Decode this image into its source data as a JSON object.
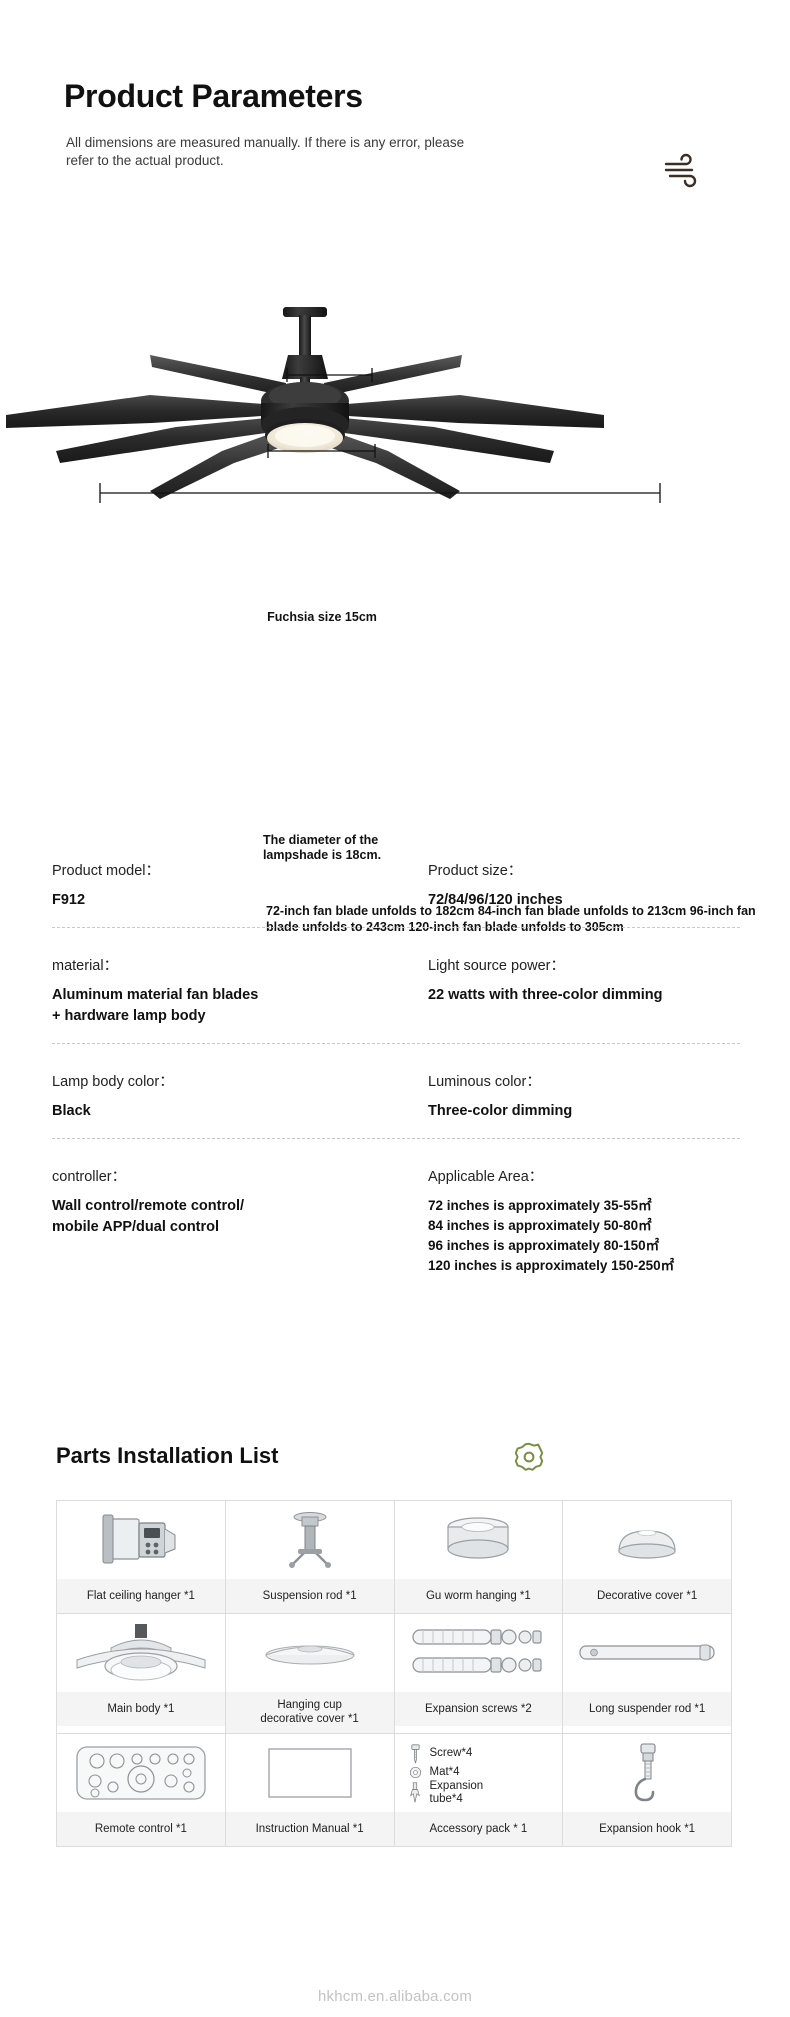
{
  "header": {
    "title": "Product Parameters",
    "subtitle": "All dimensions are measured manually. If there is any error, please refer to the actual product.",
    "wind_icon": "wind-icon"
  },
  "diagram": {
    "fuchsia_label": "Fuchsia size 15cm",
    "lampshade_label": "The diameter of the\nlampshade is 18cm.",
    "blade_sizes": [
      "72-inch fan blade unfolds to 182cm",
      "84-inch fan blade unfolds to 213cm",
      "96-inch fan blade unfolds to 243cm",
      "120-inch fan blade unfolds to 305cm"
    ],
    "blade_list_text": "72-inch fan blade unfolds to 182cm\n84-inch fan blade unfolds to 213cm\n96-inch fan blade unfolds to 243cm\n120-inch fan blade unfolds to 305cm"
  },
  "specs": {
    "rows": [
      {
        "left_key": "Product model：",
        "left_value": "F912",
        "right_key": "Product size：",
        "right_value": "72/84/96/120 inches"
      },
      {
        "left_key": "material：",
        "left_value": "Aluminum material fan blades\n+ hardware lamp body",
        "right_key": "Light source power：",
        "right_value": "22 watts with three-color dimming"
      },
      {
        "left_key": "Lamp body color：",
        "left_value": "Black",
        "right_key": "Luminous color：",
        "right_value": "Three-color dimming"
      },
      {
        "left_key": "controller：",
        "left_value": "Wall control/remote control/\nmobile APP/dual control",
        "right_key": "Applicable Area：",
        "right_value": "72 inches is approximately 35-55㎡\n84 inches is approximately 50-80㎡\n96 inches is approximately 80-150㎡\n120 inches is approximately 150-250㎡"
      }
    ]
  },
  "parts": {
    "title": "Parts Installation List",
    "gear_icon": "gear-icon",
    "gear_color": "#7a8f46",
    "rows": [
      [
        {
          "icon": "flat-ceiling-hanger-icon",
          "label": "Flat ceiling hanger *1"
        },
        {
          "icon": "suspension-rod-icon",
          "label": "Suspension rod *1"
        },
        {
          "icon": "gu-worm-hanging-icon",
          "label": "Gu worm hanging *1"
        },
        {
          "icon": "decorative-cover-icon",
          "label": "Decorative cover *1"
        }
      ],
      [
        {
          "icon": "main-body-icon",
          "label": "Main body *1"
        },
        {
          "icon": "hanging-cup-decorative-cover-icon",
          "label": "Hanging cup\ndecorative cover *1"
        },
        {
          "icon": "expansion-screws-icon",
          "label": "Expansion screws *2"
        },
        {
          "icon": "long-suspender-rod-icon",
          "label": "Long suspender rod *1"
        }
      ],
      [
        {
          "icon": "remote-control-icon",
          "label": "Remote control *1"
        },
        {
          "icon": "instruction-manual-icon",
          "label": "Instruction Manual *1"
        },
        {
          "icon": "accessory-pack-icon",
          "label": "Accessory pack * 1"
        },
        {
          "icon": "expansion-hook-icon",
          "label": "Expansion hook *1"
        }
      ]
    ],
    "accessory_items": [
      {
        "icon": "screw-icon",
        "label": "Screw*4"
      },
      {
        "icon": "mat-icon",
        "label": "Mat*4"
      },
      {
        "icon": "expansion-tube-icon",
        "label": "Expansion\ntube*4"
      }
    ]
  },
  "footer": {
    "watermark": "hkhcm.en.alibaba.com"
  }
}
